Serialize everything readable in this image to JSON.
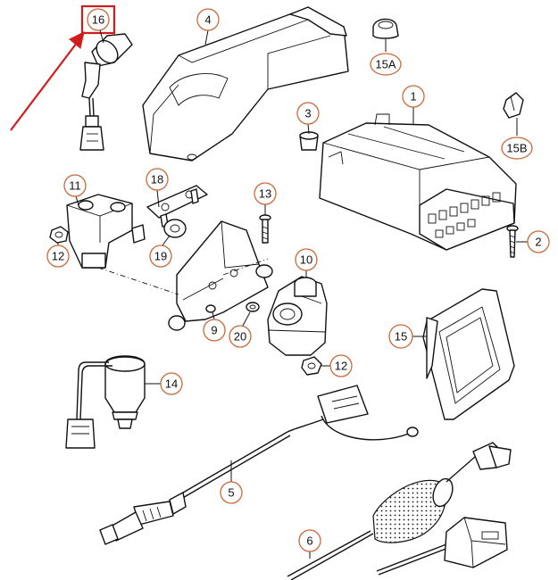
{
  "callouts": [
    {
      "id": "c16",
      "label": "16",
      "highlighted": true
    },
    {
      "id": "c4",
      "label": "4"
    },
    {
      "id": "c15a",
      "label": "15A"
    },
    {
      "id": "c1",
      "label": "1"
    },
    {
      "id": "c3",
      "label": "3"
    },
    {
      "id": "c15b",
      "label": "15B"
    },
    {
      "id": "c11",
      "label": "11"
    },
    {
      "id": "c18",
      "label": "18"
    },
    {
      "id": "c13",
      "label": "13"
    },
    {
      "id": "c12a",
      "label": "12"
    },
    {
      "id": "c19",
      "label": "19"
    },
    {
      "id": "c2",
      "label": "2"
    },
    {
      "id": "c10",
      "label": "10"
    },
    {
      "id": "c9",
      "label": "9"
    },
    {
      "id": "c20",
      "label": "20"
    },
    {
      "id": "c15",
      "label": "15"
    },
    {
      "id": "c12b",
      "label": "12"
    },
    {
      "id": "c14",
      "label": "14"
    },
    {
      "id": "c5",
      "label": "5"
    },
    {
      "id": "c6",
      "label": "6"
    }
  ],
  "colors": {
    "callout_ring": "#c96a3a",
    "highlight": "#d01c1c",
    "line": "#111111"
  }
}
